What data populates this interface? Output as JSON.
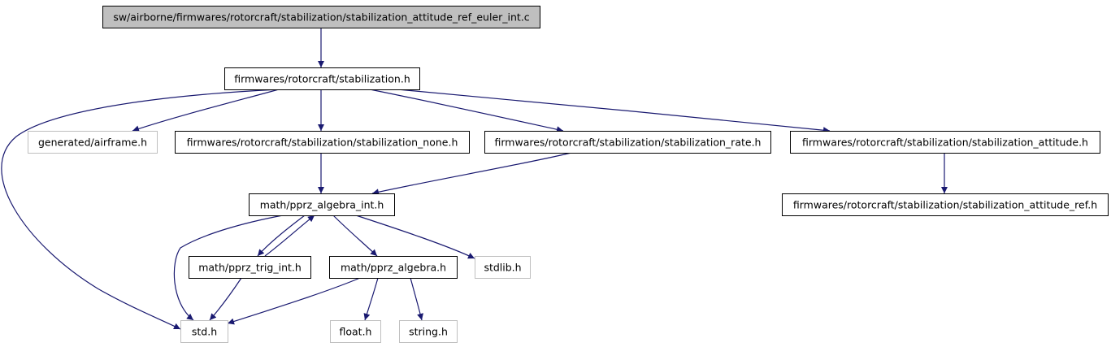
{
  "colors": {
    "edge": "#191970",
    "root_fill": "#bfbfbf",
    "node_stroke": "#000000",
    "external_stroke": "#bfbfbf",
    "external_text": "#000000"
  },
  "nodes": [
    {
      "id": "root",
      "label": "sw/airborne/firmwares/rotorcraft/stabilization/stabilization_attitude_ref_euler_int.c",
      "kind": "root"
    },
    {
      "id": "stab",
      "label": "firmwares/rotorcraft/stabilization.h",
      "kind": "header"
    },
    {
      "id": "airframe",
      "label": "generated/airframe.h",
      "kind": "external"
    },
    {
      "id": "none",
      "label": "firmwares/rotorcraft/stabilization/stabilization_none.h",
      "kind": "header"
    },
    {
      "id": "rate",
      "label": "firmwares/rotorcraft/stabilization/stabilization_rate.h",
      "kind": "header"
    },
    {
      "id": "att",
      "label": "firmwares/rotorcraft/stabilization/stabilization_attitude.h",
      "kind": "header"
    },
    {
      "id": "attref",
      "label": "firmwares/rotorcraft/stabilization/stabilization_attitude_ref.h",
      "kind": "header"
    },
    {
      "id": "algint",
      "label": "math/pprz_algebra_int.h",
      "kind": "header"
    },
    {
      "id": "trig",
      "label": "math/pprz_trig_int.h",
      "kind": "header"
    },
    {
      "id": "alg",
      "label": "math/pprz_algebra.h",
      "kind": "header"
    },
    {
      "id": "stdlib",
      "label": "stdlib.h",
      "kind": "external"
    },
    {
      "id": "std",
      "label": "std.h",
      "kind": "external"
    },
    {
      "id": "float",
      "label": "float.h",
      "kind": "external"
    },
    {
      "id": "string",
      "label": "string.h",
      "kind": "external"
    }
  ],
  "edges": [
    {
      "from": "root",
      "to": "stab"
    },
    {
      "from": "stab",
      "to": "std"
    },
    {
      "from": "stab",
      "to": "airframe"
    },
    {
      "from": "stab",
      "to": "none"
    },
    {
      "from": "stab",
      "to": "rate"
    },
    {
      "from": "stab",
      "to": "att"
    },
    {
      "from": "none",
      "to": "algint"
    },
    {
      "from": "rate",
      "to": "algint"
    },
    {
      "from": "att",
      "to": "attref"
    },
    {
      "from": "algint",
      "to": "std"
    },
    {
      "from": "algint",
      "to": "trig"
    },
    {
      "from": "trig",
      "to": "algint"
    },
    {
      "from": "algint",
      "to": "alg"
    },
    {
      "from": "algint",
      "to": "stdlib"
    },
    {
      "from": "trig",
      "to": "std"
    },
    {
      "from": "alg",
      "to": "std"
    },
    {
      "from": "alg",
      "to": "float"
    },
    {
      "from": "alg",
      "to": "string"
    }
  ]
}
